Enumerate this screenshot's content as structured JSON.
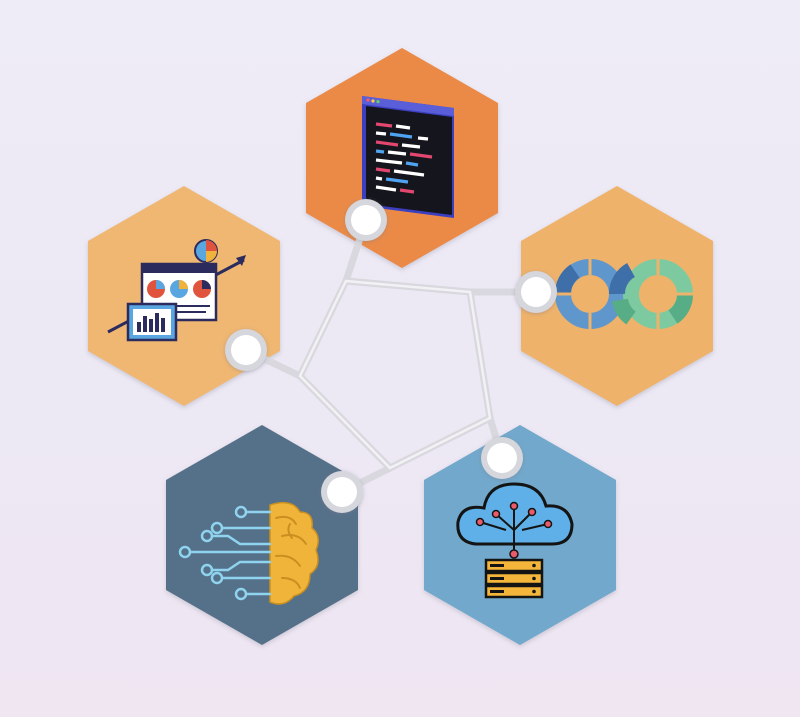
{
  "diagram": {
    "nodes": [
      {
        "id": "top",
        "icon": "code-window-icon",
        "color": "#eb8a47"
      },
      {
        "id: ": "right",
        "id": "right",
        "icon": "infinity-loop-icon",
        "color": "#efb26b"
      },
      {
        "id": "bottom-right",
        "icon": "cloud-server-icon",
        "color": "#72a8cb"
      },
      {
        "id": "bottom-left",
        "icon": "brain-circuit-icon",
        "color": "#557089"
      },
      {
        "id": "left",
        "icon": "analytics-dashboard-icon",
        "color": "#efb771"
      }
    ],
    "connector_color": "#dcdce2",
    "knob_color": "#ffffff",
    "edges": [
      [
        "top",
        "right"
      ],
      [
        "right",
        "bottom-right"
      ],
      [
        "bottom-right",
        "bottom-left"
      ],
      [
        "bottom-left",
        "left"
      ],
      [
        "left",
        "top"
      ]
    ]
  }
}
